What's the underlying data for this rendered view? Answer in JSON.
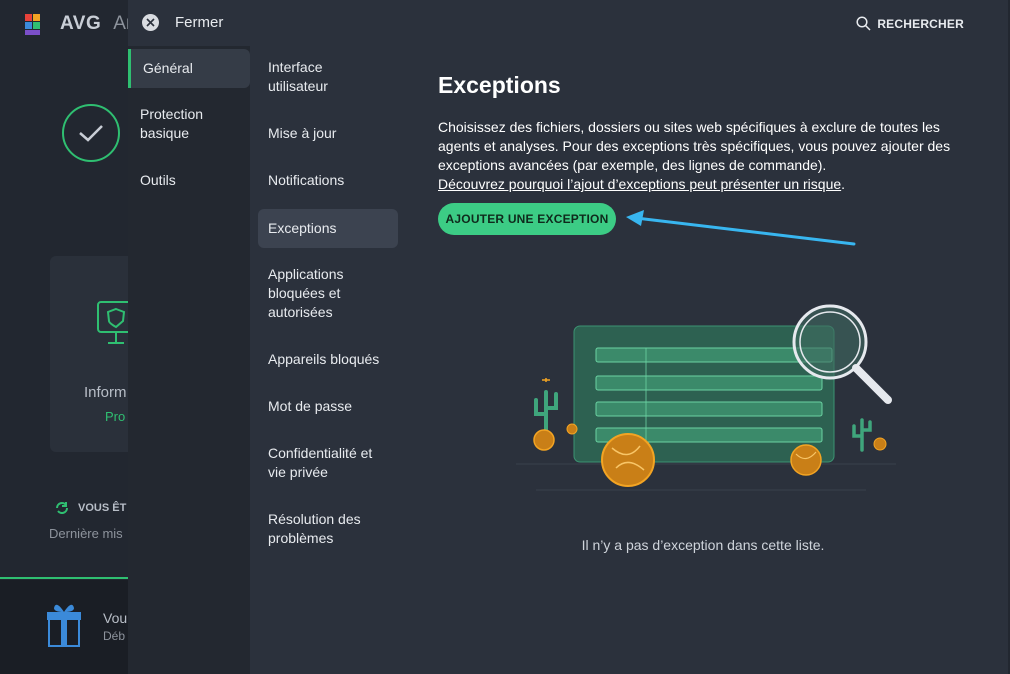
{
  "background_app": {
    "logo_text": "AVG",
    "logo_sub": "Ant",
    "card_title": "Inform",
    "card_sub": "Pro",
    "sync_label": "VOUS ÊT",
    "sync_sub": "Dernière mis",
    "gift_title": "Vou",
    "gift_sub": "Déb"
  },
  "header": {
    "close_label": "Fermer",
    "search_label": "RECHERCHER"
  },
  "categories": [
    {
      "label": "Général",
      "active": true
    },
    {
      "label": "Protection basique",
      "active": false
    },
    {
      "label": "Outils",
      "active": false
    }
  ],
  "subcategories": [
    {
      "label": "Interface utilisateur"
    },
    {
      "label": "Mise à jour"
    },
    {
      "label": "Notifications"
    },
    {
      "label": "Exceptions",
      "active": true
    },
    {
      "label": "Applications bloquées et autorisées"
    },
    {
      "label": "Appareils bloqués"
    },
    {
      "label": "Mot de passe"
    },
    {
      "label": "Confidentialité et vie privée"
    },
    {
      "label": "Résolution des problèmes"
    }
  ],
  "content": {
    "title": "Exceptions",
    "description": "Choisissez des fichiers, dossiers ou sites web spécifiques à exclure de toutes les agents et analyses. Pour des exceptions très spécifiques, vous pouvez ajouter des exceptions avancées (par exemple, des lignes de commande).",
    "link_text": "Découvrez pourquoi l’ajout d’exceptions peut présenter un risque",
    "link_suffix": ".",
    "add_button": "AJOUTER UNE EXCEPTION",
    "empty_message": "Il n’y a pas d’exception dans cette liste."
  },
  "colors": {
    "accent_green": "#3ccc85",
    "arrow_blue": "#38b6f0",
    "panel_bg": "#2b313c"
  }
}
